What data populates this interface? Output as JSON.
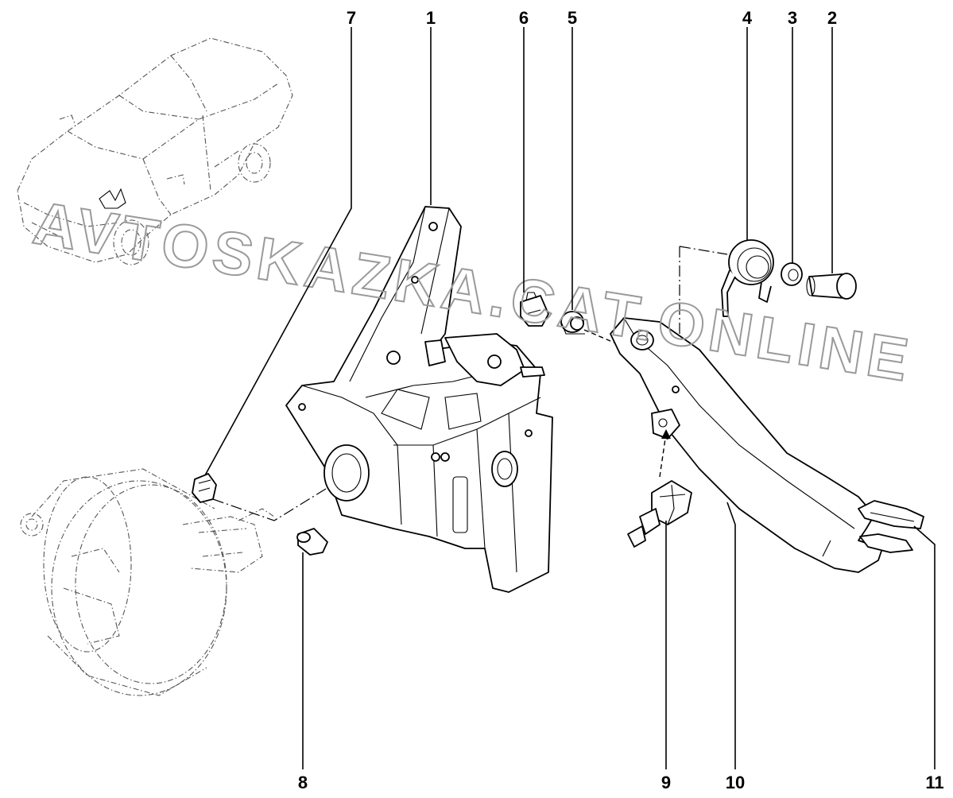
{
  "watermark": "AVTOSKAZKA.CAT.ONLINE",
  "callouts": [
    {
      "id": "1",
      "label": "1"
    },
    {
      "id": "2",
      "label": "2"
    },
    {
      "id": "3",
      "label": "3"
    },
    {
      "id": "4",
      "label": "4"
    },
    {
      "id": "5",
      "label": "5"
    },
    {
      "id": "6",
      "label": "6"
    },
    {
      "id": "7",
      "label": "7"
    },
    {
      "id": "8",
      "label": "8"
    },
    {
      "id": "9",
      "label": "9"
    },
    {
      "id": "10",
      "label": "10"
    },
    {
      "id": "11",
      "label": "11"
    }
  ],
  "colors": {
    "line": "#000000",
    "ghost": "#555555",
    "watermark": "#9a9a9a",
    "background": "#ffffff"
  }
}
